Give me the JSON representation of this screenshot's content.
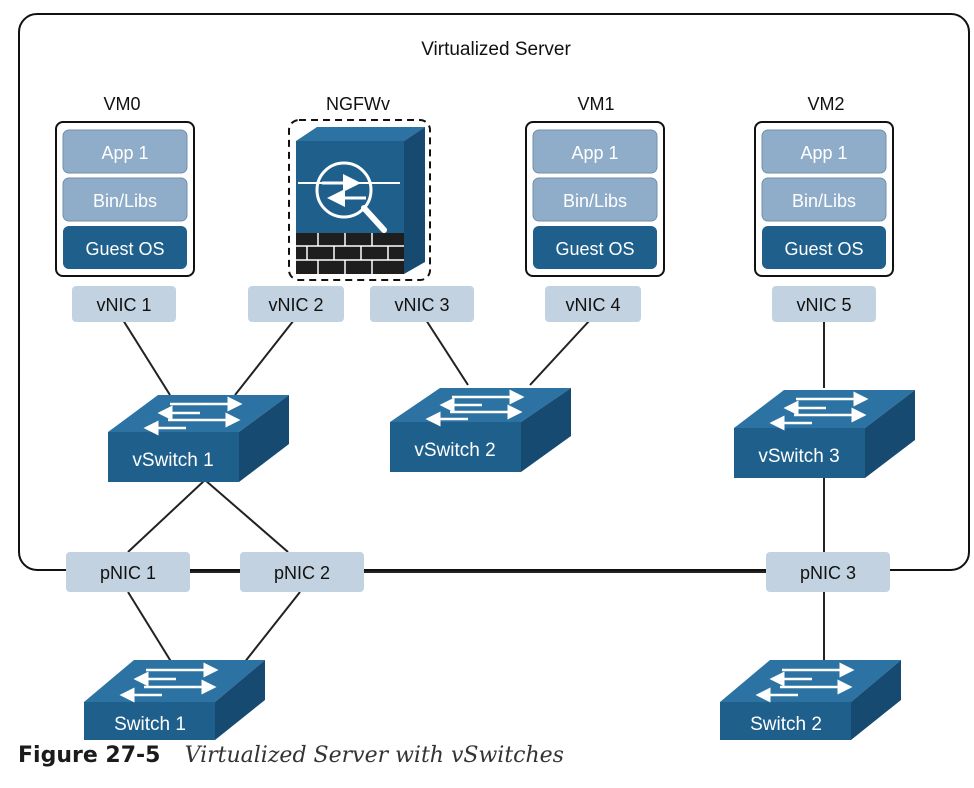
{
  "server": {
    "title": "Virtualized Server"
  },
  "vms": [
    {
      "name": "VM0",
      "layers": [
        "App 1",
        "Bin/Libs",
        "Guest OS"
      ]
    },
    {
      "name": "VM1",
      "layers": [
        "App 1",
        "Bin/Libs",
        "Guest OS"
      ]
    },
    {
      "name": "VM2",
      "layers": [
        "App 1",
        "Bin/Libs",
        "Guest OS"
      ]
    }
  ],
  "firewall": {
    "name": "NGFWv"
  },
  "vnics": [
    "vNIC 1",
    "vNIC 2",
    "vNIC 3",
    "vNIC 4",
    "vNIC 5"
  ],
  "vswitches": [
    "vSwitch 1",
    "vSwitch 2",
    "vSwitch 3"
  ],
  "pnics": [
    "pNIC 1",
    "pNIC 2",
    "pNIC 3"
  ],
  "switches": [
    "Switch 1",
    "Switch 2"
  ],
  "caption": {
    "number": "Figure 27-5",
    "title": "Virtualized Server with vSwitches"
  },
  "colors": {
    "nic_fill": "#c3d2e0",
    "layer_light": "#8fadc8",
    "layer_dark": "#1e5f8c",
    "switch_top": "#2c73a4",
    "switch_front": "#1e5f8c",
    "switch_side": "#164a70"
  }
}
